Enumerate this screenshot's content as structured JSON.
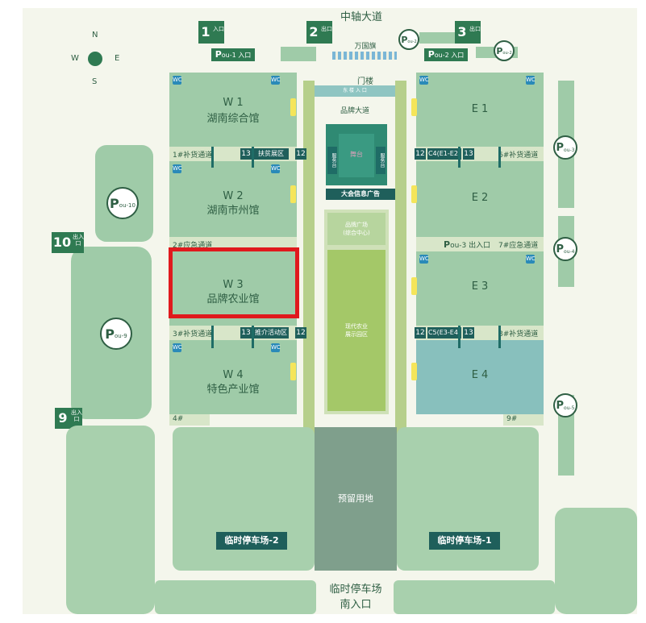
{
  "roads": {
    "north": "中轴大道",
    "south_lot": "临时停车场",
    "south_gate": "南入口",
    "brand_avenue": "品牌大道"
  },
  "gates": {
    "g1": {
      "num": "1",
      "sub": "入口"
    },
    "g2": {
      "num": "2",
      "sub": "出口"
    },
    "g3": {
      "num": "3",
      "sub": "出口"
    },
    "g10": {
      "num": "10",
      "sub": "出入口"
    },
    "g9": {
      "num": "9",
      "sub": "出入口"
    }
  },
  "parking": {
    "p1_label": "P",
    "p1_sub": "ou-1 入口",
    "p2_label": "P",
    "p2_sub": "ou-2 入口",
    "ou2": "ou-2",
    "ou3": "ou-3",
    "ou2b": "ou-2",
    "ou10": "ou-10",
    "ou9": "ou-9",
    "ou4": "ou-4",
    "ou5": "ou-5",
    "p3_sub": "ou-3 出入口"
  },
  "center": {
    "flags": "万国旗",
    "gatehouse": "门楼",
    "gatehouse_sub": "东 楼 入 口",
    "info_ad": "大会信息广告",
    "brand_square": "品牌广场",
    "brand_square_sub": "(综合中心)",
    "modern_ag": "现代农业",
    "modern_ag2": "展示园区",
    "reserved": "预留用地",
    "stage": "舞台",
    "service_l": "服务台",
    "service_r": "服务台"
  },
  "halls": {
    "w1_code": "W 1",
    "w1_name": "湖南综合馆",
    "w2_code": "W 2",
    "w2_name": "湖南市州馆",
    "w3_code": "W 3",
    "w3_name": "品牌农业馆",
    "w4_code": "W 4",
    "w4_name": "特色产业馆",
    "e1": "E 1",
    "e2": "E 2",
    "e3": "E 3",
    "e4": "E 4"
  },
  "corridors": {
    "w1": "1#补货通道",
    "w2": "2#应急通道",
    "w3": "3#补货通道",
    "w4": "4#",
    "e1": "6#补货通道",
    "e2": "7#应急通道",
    "e3": "8#补货通道",
    "e4": "9#",
    "poverty": "扶贫展区",
    "promo": "推介活动区",
    "c4": "C4(E1-E2)",
    "c5": "C5(E3-E4)",
    "n12": "12",
    "n13": "13"
  },
  "lots": {
    "lot2": "临时停车场-2",
    "lot1": "临时停车场-1"
  },
  "compass": {
    "n": "N",
    "s": "S",
    "w": "W",
    "e": "E"
  },
  "wc": "WC",
  "highlight_color": "#e0191d"
}
